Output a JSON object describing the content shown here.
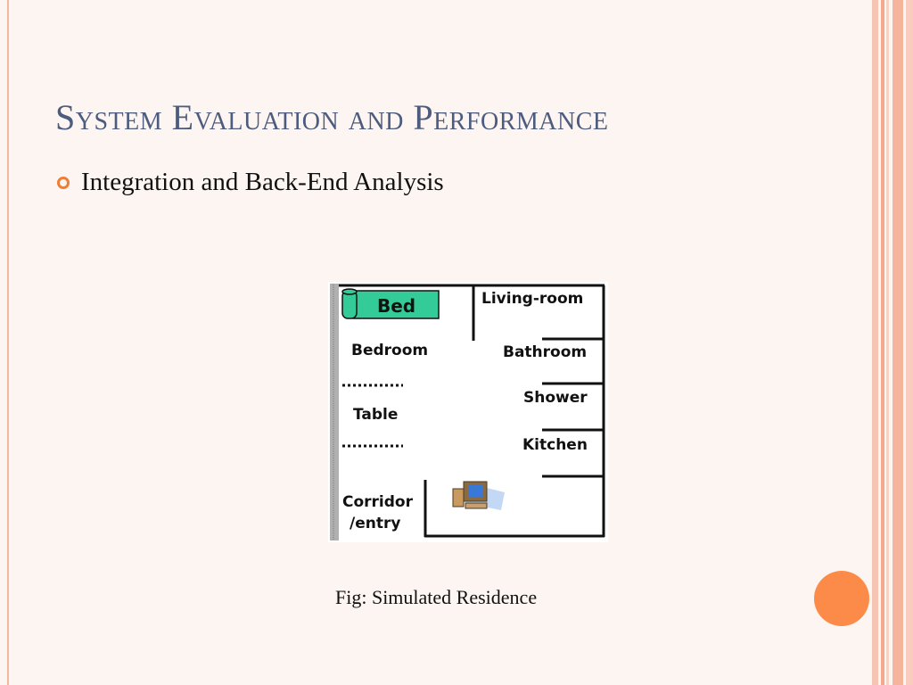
{
  "slide": {
    "title": "System Evaluation and Performance",
    "bullets": [
      {
        "text": "Integration and Back-End Analysis"
      }
    ],
    "caption": "Fig: Simulated Residence"
  },
  "figure": {
    "rooms": {
      "bed": "Bed",
      "bedroom": "Bedroom",
      "table": "Table",
      "corridor_line1": "Corridor",
      "corridor_line2": "/entry",
      "living_room": "Living-room",
      "bathroom": "Bathroom",
      "shower": "Shower",
      "kitchen": "Kitchen"
    },
    "icons": [
      "computer-icon"
    ],
    "colors": {
      "bed": "#33cc99",
      "accent": "#f07d34"
    }
  }
}
